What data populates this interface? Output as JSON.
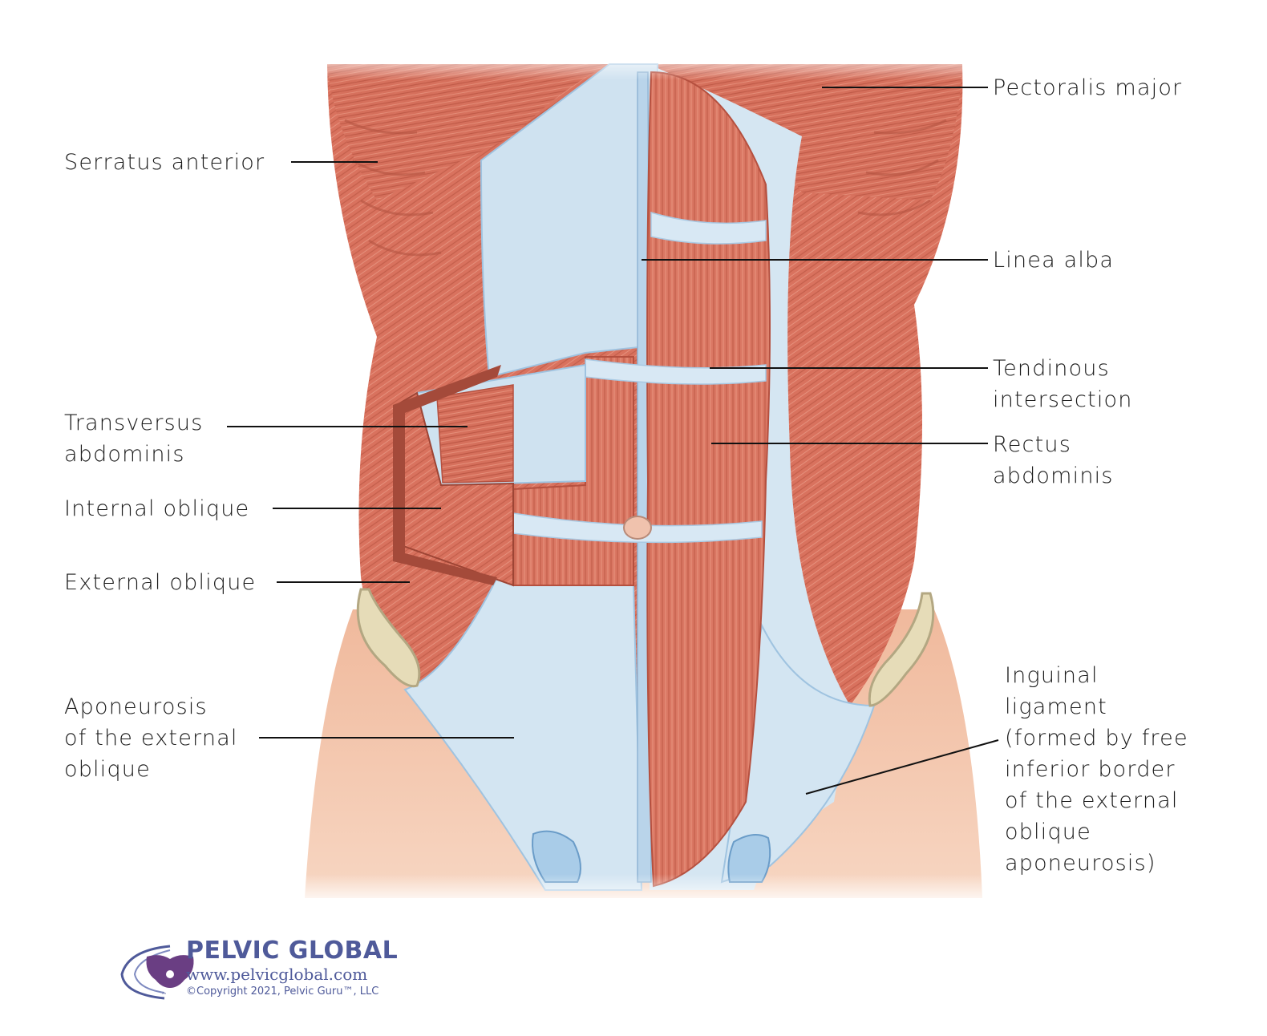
{
  "labels": {
    "pectoralis_major": "Pectoralis major",
    "serratus_anterior": "Serratus anterior",
    "linea_alba": "Linea alba",
    "tendinous_intersection": "Tendinous\nintersection",
    "transversus_abdominis": "Transversus\nabdominis",
    "rectus_abdominis": "Rectus\nabdominis",
    "internal_oblique": "Internal oblique",
    "external_oblique": "External oblique",
    "aponeurosis": "Aponeurosis\nof the external\noblique",
    "inguinal_ligament": "Inguinal\nligament\n(formed by free\ninferior border\nof the external\noblique\naponeurosis)"
  },
  "logo": {
    "title": "PELVIC GLOBAL",
    "url": "www.pelvicglobal.com",
    "copyright": "©Copyright 2021, Pelvic Guru™, LLC",
    "tm": "™"
  },
  "colors": {
    "muscle": "#d9725e",
    "muscle_dark": "#b5503f",
    "fascia": "#cfe2f0",
    "fascia_dark": "#9fc3e0",
    "skin": "#f2c2a8",
    "bone": "#e6dcb8",
    "brand": "#4f5a9a"
  }
}
